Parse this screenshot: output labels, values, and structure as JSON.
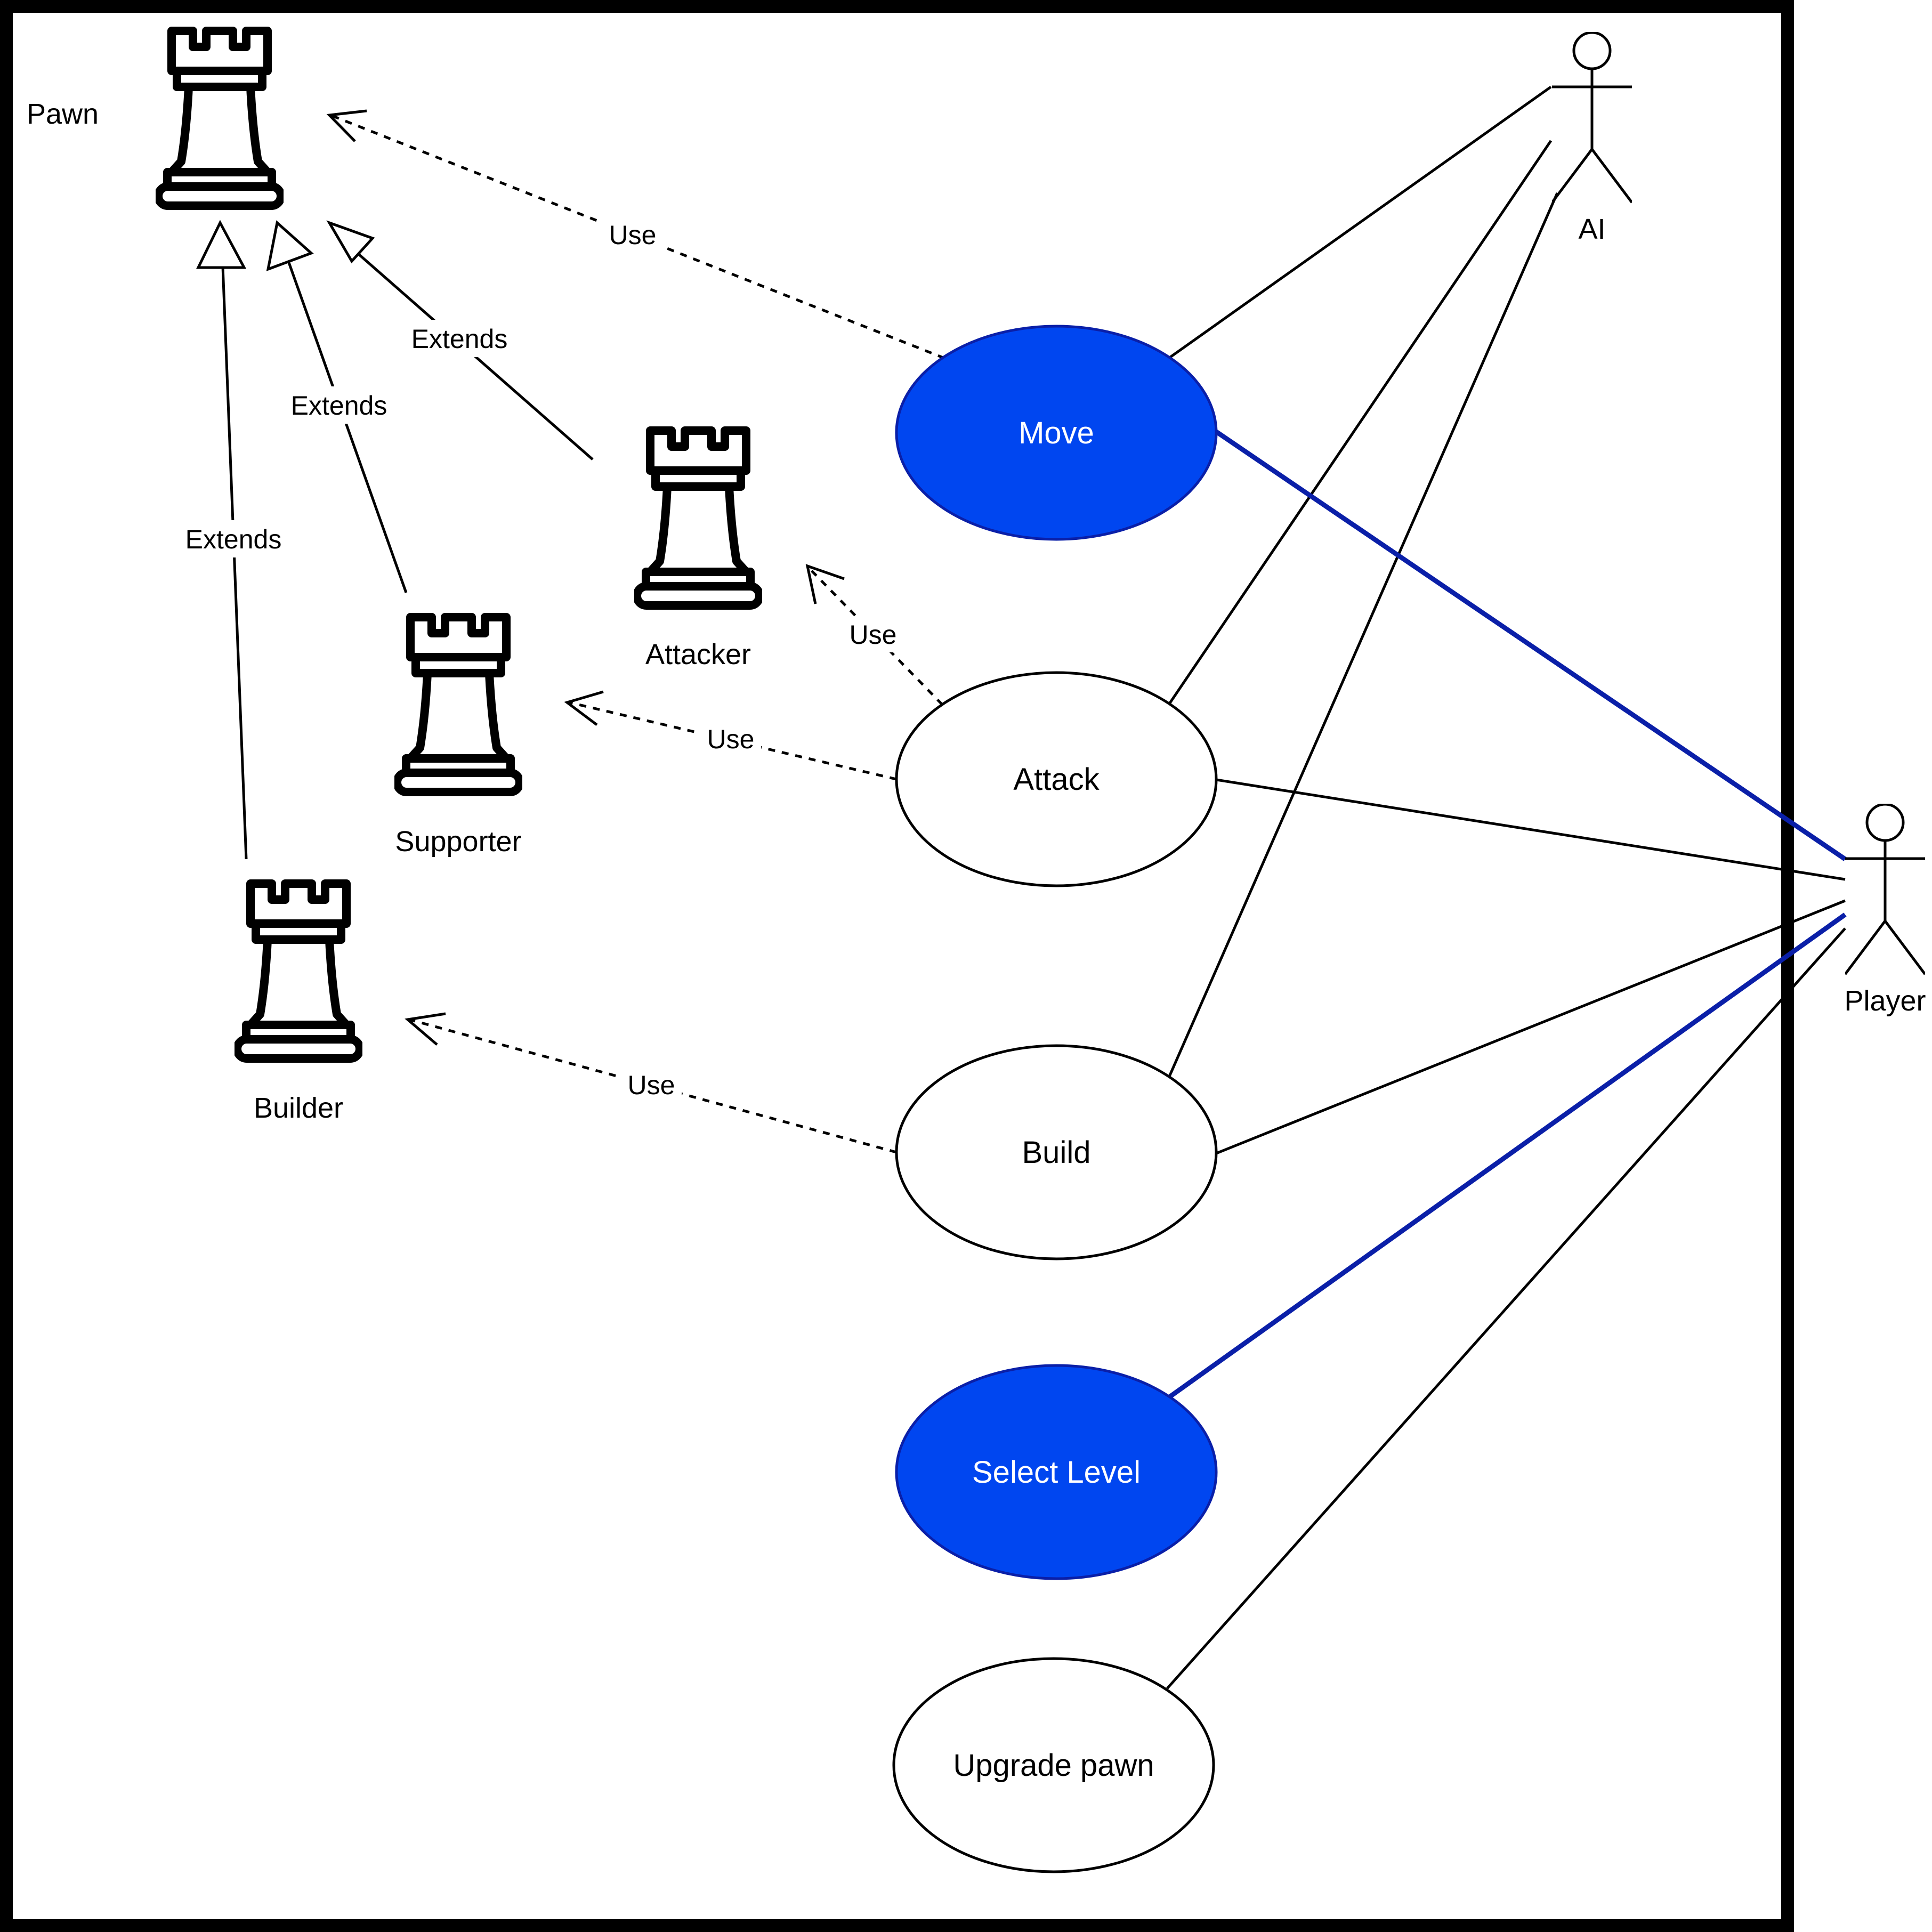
{
  "colors": {
    "highlight_fill": "#0046F0",
    "highlight_stroke": "#0A1FA8",
    "highlight_edge": "#0A1FA8",
    "line": "#000000",
    "background": "#FFFFFF"
  },
  "pieces": {
    "pawn": {
      "label": "Pawn",
      "icon": "rook-icon"
    },
    "attacker": {
      "label": "Attacker",
      "icon": "rook-icon"
    },
    "supporter": {
      "label": "Supporter",
      "icon": "rook-icon"
    },
    "builder": {
      "label": "Builder",
      "icon": "rook-icon"
    }
  },
  "use_cases": [
    {
      "id": "move",
      "label": "Move",
      "highlighted": true
    },
    {
      "id": "attack",
      "label": "Attack",
      "highlighted": false
    },
    {
      "id": "build",
      "label": "Build",
      "highlighted": false
    },
    {
      "id": "select_level",
      "label": "Select Level",
      "highlighted": true
    },
    {
      "id": "upgrade_pawn",
      "label": "Upgrade pawn",
      "highlighted": false
    }
  ],
  "actors": {
    "ai": {
      "label": "AI",
      "icon": "stick-figure-icon"
    },
    "player": {
      "label": "Player",
      "icon": "stick-figure-icon"
    }
  },
  "relations": {
    "extends_label": "Extends",
    "use_label": "Use",
    "extends": [
      {
        "from": "attacker",
        "to": "pawn",
        "label": "Extends"
      },
      {
        "from": "supporter",
        "to": "pawn",
        "label": "Extends"
      },
      {
        "from": "builder",
        "to": "pawn",
        "label": "Extends"
      }
    ],
    "uses": [
      {
        "from": "move",
        "to": "pawn",
        "label": "Use"
      },
      {
        "from": "attack",
        "to": "attacker",
        "label": "Use"
      },
      {
        "from": "attack",
        "to": "supporter",
        "label": "Use"
      },
      {
        "from": "build",
        "to": "builder",
        "label": "Use"
      }
    ],
    "associations": [
      {
        "actor": "ai",
        "use_case": "move",
        "highlighted": false
      },
      {
        "actor": "ai",
        "use_case": "attack",
        "highlighted": false
      },
      {
        "actor": "ai",
        "use_case": "build",
        "highlighted": false
      },
      {
        "actor": "player",
        "use_case": "move",
        "highlighted": true
      },
      {
        "actor": "player",
        "use_case": "attack",
        "highlighted": false
      },
      {
        "actor": "player",
        "use_case": "build",
        "highlighted": false
      },
      {
        "actor": "player",
        "use_case": "select_level",
        "highlighted": true
      },
      {
        "actor": "player",
        "use_case": "upgrade_pawn",
        "highlighted": false
      }
    ]
  }
}
